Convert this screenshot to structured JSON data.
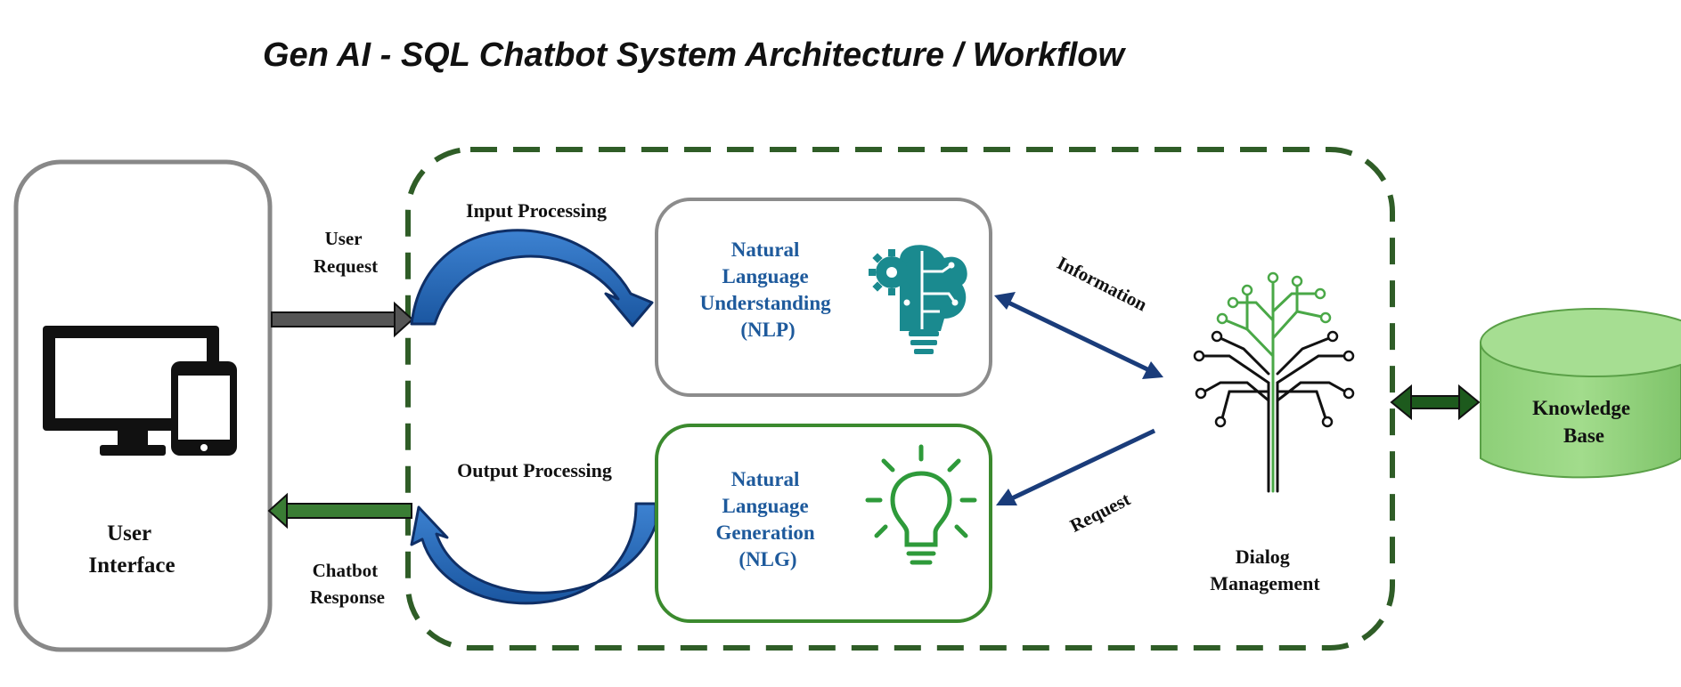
{
  "title": "Gen AI - SQL Chatbot System Architecture / Workflow",
  "user_interface": {
    "line1": "User",
    "line2": "Interface"
  },
  "user_request": {
    "line1": "User",
    "line2": "Request"
  },
  "chatbot_response": {
    "line1": "Chatbot",
    "line2": "Response"
  },
  "input_processing": "Input Processing",
  "output_processing": "Output Processing",
  "nlu": {
    "line1": "Natural",
    "line2": "Language",
    "line3": "Understanding",
    "line4": "(NLP)"
  },
  "nlg": {
    "line1": "Natural",
    "line2": "Language",
    "line3": "Generation",
    "line4": "(NLG)"
  },
  "information": "Information",
  "request": "Request",
  "dialog_management": {
    "line1": "Dialog",
    "line2": "Management"
  },
  "knowledge_base": {
    "line1": "Knowledge",
    "line2": "Base"
  },
  "icons": [
    "devices-icon",
    "brain-gear-icon",
    "lightbulb-icon",
    "circuit-tree-icon",
    "database-icon"
  ],
  "colors": {
    "dashed_border": "#2f5d27",
    "nlu_border": "#8c8c8c",
    "nlg_border": "#3b8a2e",
    "blue_arrow": "#1f5fa8",
    "dark_blue": "#1a3c7a",
    "label_blue": "#1e5a9c",
    "teal": "#1a8a8f",
    "green": "#3a8a3a",
    "kb_green": "#93d27e"
  }
}
